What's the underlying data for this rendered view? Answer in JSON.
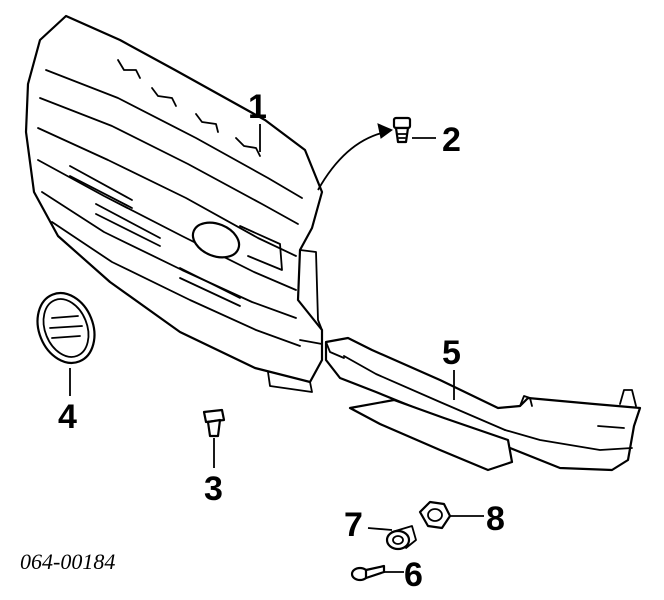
{
  "diagram": {
    "part_number": "064-00184",
    "callouts": [
      "1",
      "2",
      "3",
      "4",
      "5",
      "6",
      "7",
      "8"
    ]
  }
}
